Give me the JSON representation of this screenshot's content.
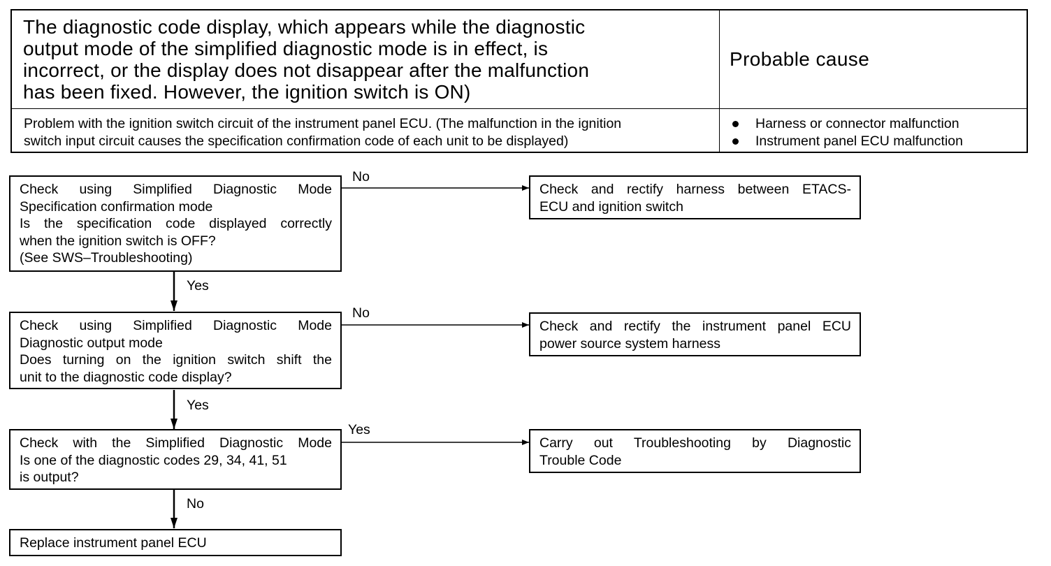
{
  "header_table": {
    "symptom_lines": [
      "The diagnostic code display, which appears while the diagnostic",
      "output mode of the simplified diagnostic mode is in effect, is",
      "incorrect, or the display does not disappear after the malfunction",
      "has been fixed. However, the ignition switch is ON)"
    ],
    "cause_heading": "Probable cause",
    "problem_lines": [
      "Problem with the ignition switch circuit of the instrument panel ECU. (The malfunction in the ignition",
      "switch input circuit causes the specification confirmation code of each unit to be displayed)"
    ],
    "probable_causes": [
      "Harness or connector malfunction",
      "Instrument panel ECU malfunction"
    ]
  },
  "flowchart": {
    "step1": {
      "lines": [
        "Check using Simplified Diagnostic Mode",
        "Specification confirmation mode",
        "Is the specification code displayed correctly",
        "when the ignition switch is OFF?",
        "(See SWS–Troubleshooting)"
      ],
      "branch_right_label": "No",
      "branch_down_label": "Yes",
      "result": [
        "Check and rectify harness between  ETACS-",
        "ECU and ignition switch"
      ]
    },
    "step2": {
      "lines": [
        "Check using Simplified Diagnostic Mode",
        "Diagnostic output mode",
        "Does turning on the ignition switch shift the",
        "unit to the diagnostic code display?"
      ],
      "branch_right_label": "No",
      "branch_down_label": "Yes",
      "result": [
        "Check and rectify the instrument panel ECU",
        "power source system harness"
      ]
    },
    "step3": {
      "lines": [
        "Check with the Simplified Diagnostic Mode",
        "Is one of the diagnostic codes 29, 34, 41, 51",
        "is output?"
      ],
      "branch_right_label": "Yes",
      "branch_down_label": "No",
      "result": [
        "Carry out Troubleshooting by Diagnostic",
        "Trouble Code"
      ]
    },
    "final": {
      "lines": [
        "Replace instrument panel ECU"
      ]
    }
  }
}
